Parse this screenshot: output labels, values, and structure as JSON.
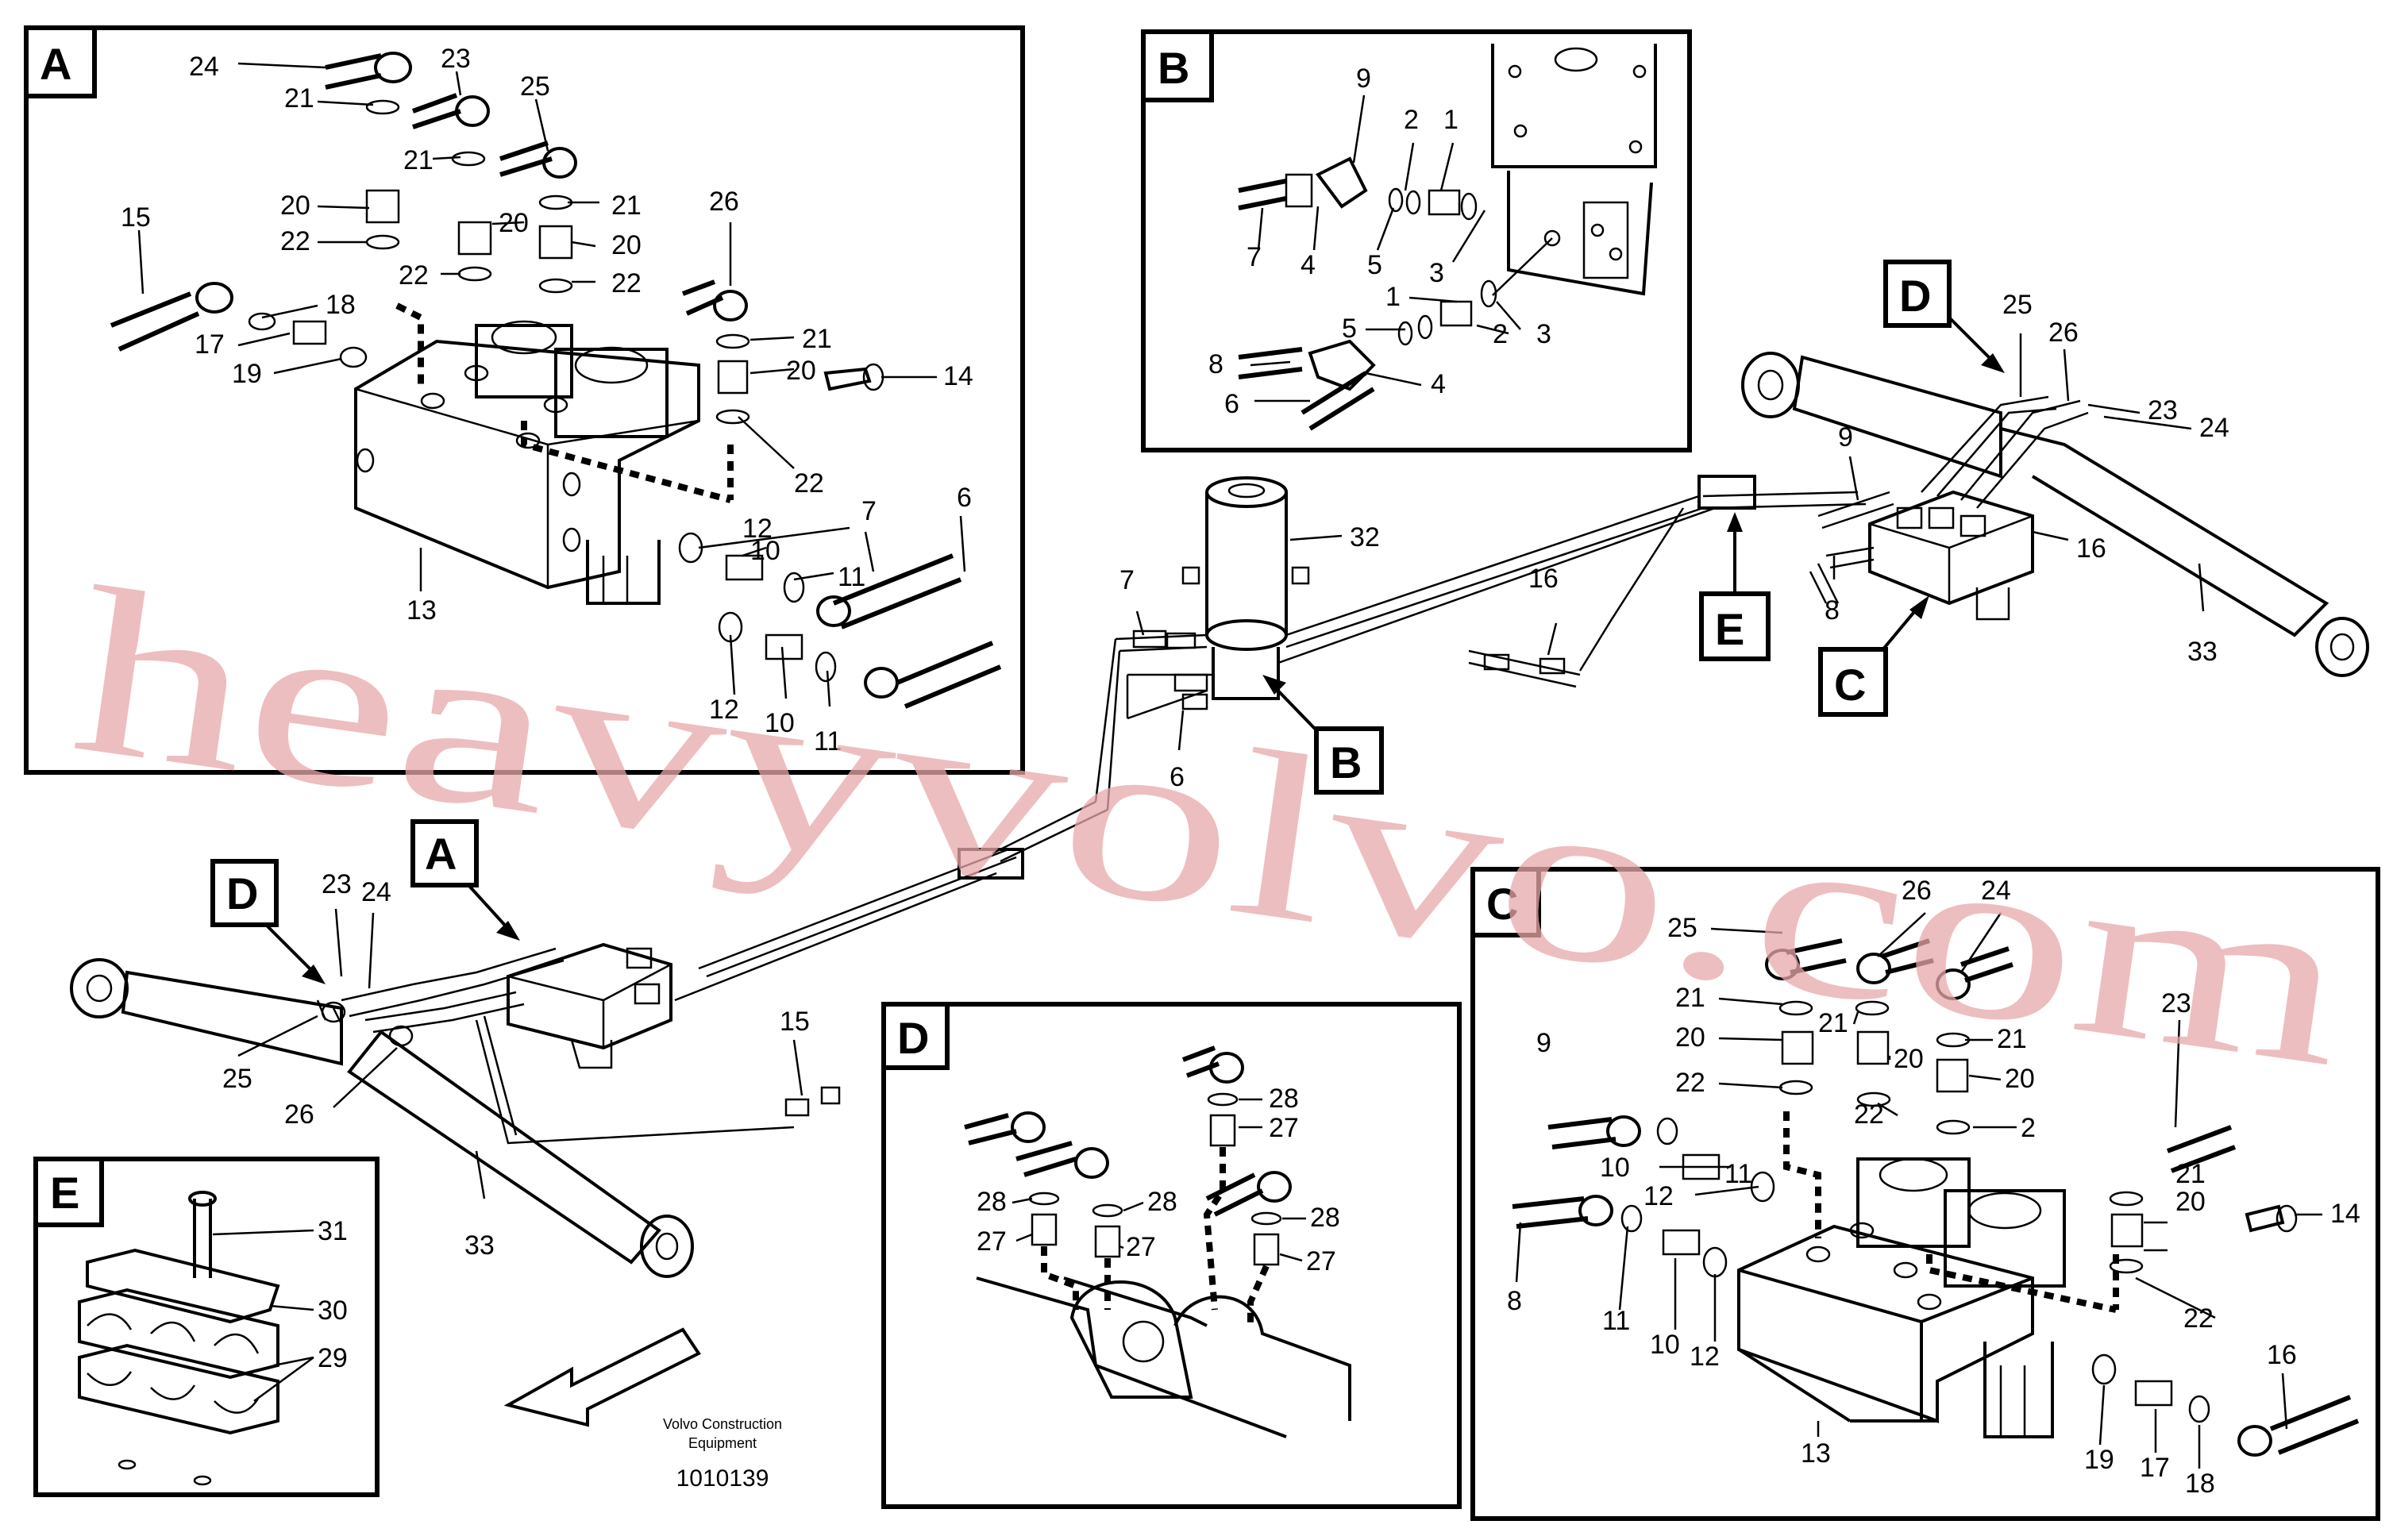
{
  "panels": {
    "A": "A",
    "B": "B",
    "C": "C",
    "D": "D",
    "E": "E"
  },
  "callouts": {
    "main_D": "D",
    "main_A": "A",
    "main_B": "B",
    "main_C": "C",
    "main_E": "E",
    "right_D": "D"
  },
  "labels": {
    "A": [
      {
        "id": "a24",
        "t": "24"
      },
      {
        "id": "a21a",
        "t": "21"
      },
      {
        "id": "a23",
        "t": "23"
      },
      {
        "id": "a25",
        "t": "25"
      },
      {
        "id": "a21b",
        "t": "21"
      },
      {
        "id": "a20a",
        "t": "20"
      },
      {
        "id": "a21c",
        "t": "21"
      },
      {
        "id": "a22a",
        "t": "22"
      },
      {
        "id": "a20b",
        "t": "20"
      },
      {
        "id": "a20c",
        "t": "20"
      },
      {
        "id": "a15",
        "t": "15"
      },
      {
        "id": "a22b",
        "t": "22"
      },
      {
        "id": "a22c",
        "t": "22"
      },
      {
        "id": "a26",
        "t": "26"
      },
      {
        "id": "a18",
        "t": "18"
      },
      {
        "id": "a21d",
        "t": "21"
      },
      {
        "id": "a17",
        "t": "17"
      },
      {
        "id": "a20d",
        "t": "20"
      },
      {
        "id": "a19",
        "t": "19"
      },
      {
        "id": "a14",
        "t": "14"
      },
      {
        "id": "a22d",
        "t": "22"
      },
      {
        "id": "a12a",
        "t": "12"
      },
      {
        "id": "a7",
        "t": "7"
      },
      {
        "id": "a6",
        "t": "6"
      },
      {
        "id": "a10a",
        "t": "10"
      },
      {
        "id": "a11a",
        "t": "11"
      },
      {
        "id": "a13",
        "t": "13"
      },
      {
        "id": "a12b",
        "t": "12"
      },
      {
        "id": "a10b",
        "t": "10"
      },
      {
        "id": "a11b",
        "t": "11"
      }
    ],
    "B": [
      {
        "id": "b9",
        "t": "9"
      },
      {
        "id": "b2a",
        "t": "2"
      },
      {
        "id": "b1a",
        "t": "1"
      },
      {
        "id": "b7",
        "t": "7"
      },
      {
        "id": "b4a",
        "t": "4"
      },
      {
        "id": "b5a",
        "t": "5"
      },
      {
        "id": "b3a",
        "t": "3"
      },
      {
        "id": "b1b",
        "t": "1"
      },
      {
        "id": "b5b",
        "t": "5"
      },
      {
        "id": "b2b",
        "t": "2"
      },
      {
        "id": "b3b",
        "t": "3"
      },
      {
        "id": "b8",
        "t": "8"
      },
      {
        "id": "b4b",
        "t": "4"
      },
      {
        "id": "b6",
        "t": "6"
      }
    ],
    "main": [
      {
        "id": "m32",
        "t": "32"
      },
      {
        "id": "m7",
        "t": "7"
      },
      {
        "id": "m6",
        "t": "6"
      },
      {
        "id": "m16a",
        "t": "16"
      },
      {
        "id": "m9",
        "t": "9"
      },
      {
        "id": "m8",
        "t": "8"
      },
      {
        "id": "m25r",
        "t": "25"
      },
      {
        "id": "m26r",
        "t": "26"
      },
      {
        "id": "m23r",
        "t": "23"
      },
      {
        "id": "m24r",
        "t": "24"
      },
      {
        "id": "m16b",
        "t": "16"
      },
      {
        "id": "m33r",
        "t": "33"
      },
      {
        "id": "m23l",
        "t": "23"
      },
      {
        "id": "m24l",
        "t": "24"
      },
      {
        "id": "m15",
        "t": "15"
      },
      {
        "id": "m25l",
        "t": "25"
      },
      {
        "id": "m26l",
        "t": "26"
      },
      {
        "id": "m33l",
        "t": "33"
      }
    ],
    "C": [
      {
        "id": "c25",
        "t": "25"
      },
      {
        "id": "c26",
        "t": "26"
      },
      {
        "id": "c24",
        "t": "24"
      },
      {
        "id": "c21a",
        "t": "21"
      },
      {
        "id": "c21b",
        "t": "21"
      },
      {
        "id": "c21c",
        "t": "21"
      },
      {
        "id": "c20a",
        "t": "20"
      },
      {
        "id": "c20b",
        "t": "20"
      },
      {
        "id": "c20c",
        "t": "20"
      },
      {
        "id": "c23",
        "t": "23"
      },
      {
        "id": "c9",
        "t": "9"
      },
      {
        "id": "c22a",
        "t": "22"
      },
      {
        "id": "c22b",
        "t": "22"
      },
      {
        "id": "c22c",
        "t": "2"
      },
      {
        "id": "c11a",
        "t": "11"
      },
      {
        "id": "c10a",
        "t": "10"
      },
      {
        "id": "c12a",
        "t": "12"
      },
      {
        "id": "c21d",
        "t": "21"
      },
      {
        "id": "c20d",
        "t": "20"
      },
      {
        "id": "c14",
        "t": "14"
      },
      {
        "id": "c8",
        "t": "8"
      },
      {
        "id": "c11b",
        "t": "11"
      },
      {
        "id": "c10b",
        "t": "10"
      },
      {
        "id": "c12b",
        "t": "12"
      },
      {
        "id": "c22d",
        "t": "22"
      },
      {
        "id": "c13",
        "t": "13"
      },
      {
        "id": "c16",
        "t": "16"
      },
      {
        "id": "c19",
        "t": "19"
      },
      {
        "id": "c17",
        "t": "17"
      },
      {
        "id": "c18",
        "t": "18"
      }
    ],
    "D": [
      {
        "id": "d28a",
        "t": "28"
      },
      {
        "id": "d27a",
        "t": "27"
      },
      {
        "id": "d28b",
        "t": "28"
      },
      {
        "id": "d28c",
        "t": "28"
      },
      {
        "id": "d28d",
        "t": "28"
      },
      {
        "id": "d27b",
        "t": "27"
      },
      {
        "id": "d27c",
        "t": "27"
      },
      {
        "id": "d27d",
        "t": "27"
      }
    ],
    "E": [
      {
        "id": "e31",
        "t": "31"
      },
      {
        "id": "e30",
        "t": "30"
      },
      {
        "id": "e29",
        "t": "29"
      }
    ]
  },
  "footer": {
    "maker_line1": "Volvo Construction",
    "maker_line2": "Equipment",
    "drawing_number": "1010139"
  },
  "watermark": "heavyvolvo.com"
}
